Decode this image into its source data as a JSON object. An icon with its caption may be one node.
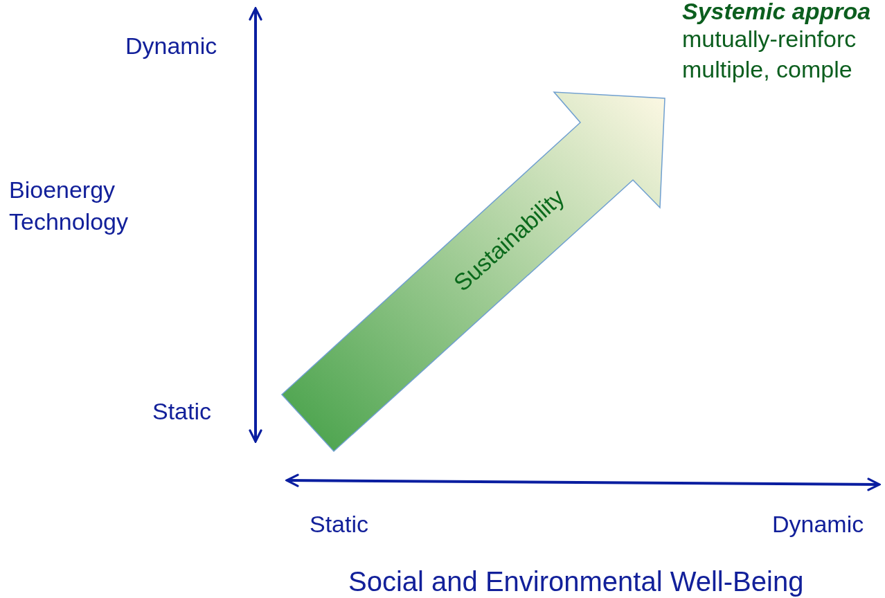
{
  "diagram": {
    "nodes": [
      {
        "text": [
          "Sustainability"
        ]
      }
    ],
    "edges": [],
    "labels": [
      "Systemic approa",
      "mutually-reinforc",
      "Dynamic",
      "multiple, comple",
      "Bioenergy Technology",
      "Static",
      "Static",
      "Dynamic",
      "Social and Environmental Well-Being"
    ]
  }
}
